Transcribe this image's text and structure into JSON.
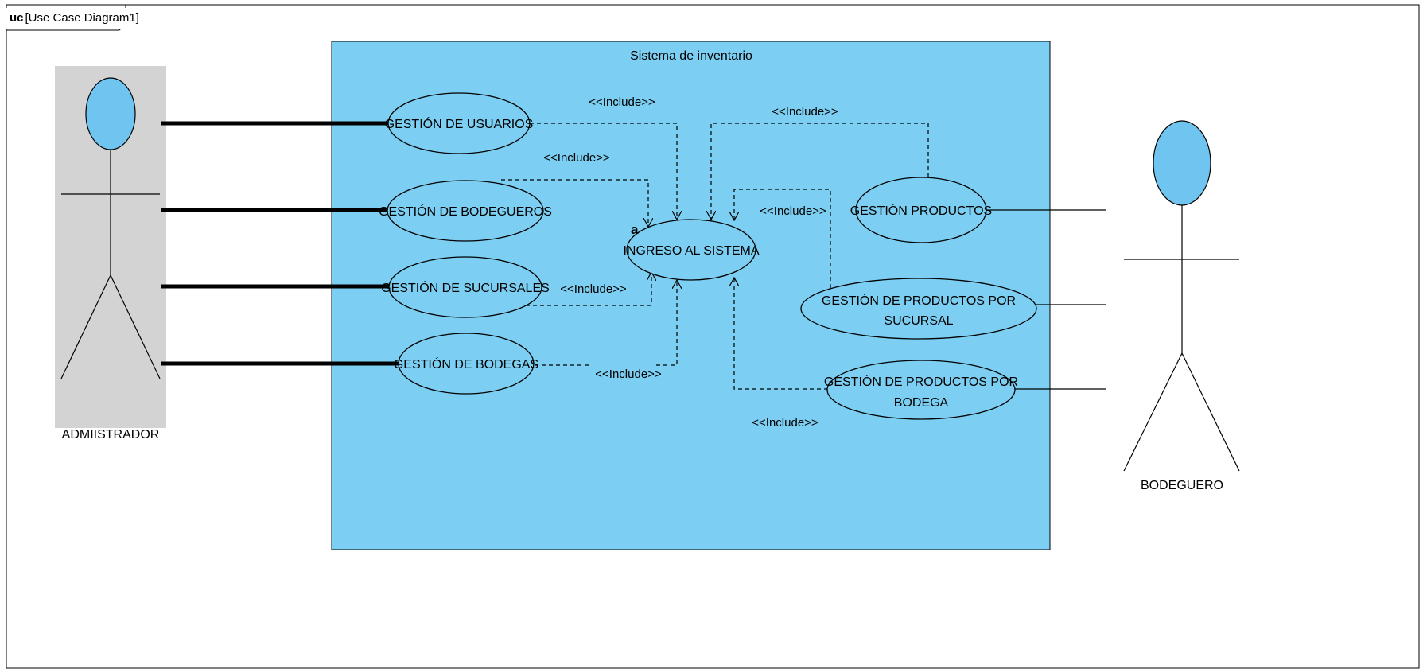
{
  "frame": {
    "kind": "uc",
    "name": "[Use Case Diagram1]"
  },
  "system": {
    "name": "Sistema de inventario"
  },
  "actors": {
    "admin": {
      "name": "ADMIISTRADOR"
    },
    "bodeguero": {
      "name": "BODEGUERO"
    }
  },
  "use_cases": {
    "usuarios": {
      "label": "GESTIÓN DE USUARIOS"
    },
    "bodegueros": {
      "label": "GESTIÓN DE BODEGUEROS"
    },
    "sucursales": {
      "label": "GESTIÓN DE SUCURSALES"
    },
    "bodegas": {
      "label": "GESTIÓN DE BODEGAS"
    },
    "ingreso": {
      "label": "INGRESO AL SISTEMA",
      "marker": "a"
    },
    "productos": {
      "label": "GESTIÓN PRODUCTOS"
    },
    "prod_sucursal": {
      "line1": "GESTIÓN DE PRODUCTOS POR",
      "line2": "SUCURSAL"
    },
    "prod_bodega": {
      "line1": "GESTIÓN DE PRODUCTOS POR",
      "line2": "BODEGA"
    }
  },
  "include_label": "<<Include>>",
  "colors": {
    "system_fill": "#7ccff2",
    "use_case_fill": "#7ccff2",
    "actor_head": "#6fc5ef",
    "actor_bg": "#d3d3d3"
  }
}
